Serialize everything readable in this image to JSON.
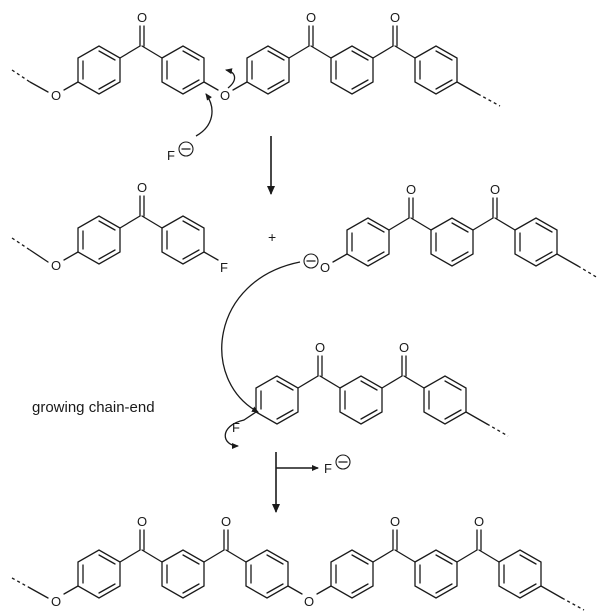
{
  "atoms": {
    "oxygen": "O",
    "fluorine": "F",
    "plus": "+"
  },
  "labels": {
    "growing_chain_end": "growing chain-end"
  },
  "charges": {
    "negative_symbol": "−"
  }
}
